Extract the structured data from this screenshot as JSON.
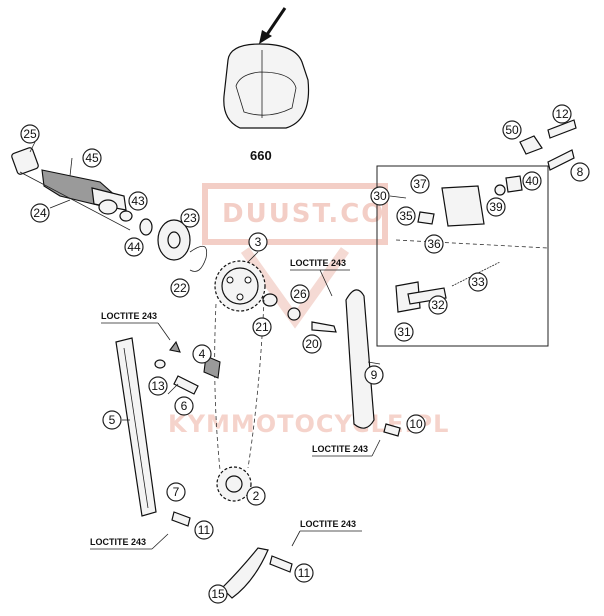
{
  "model_label": "660",
  "watermark": {
    "line1": "DUUST.CO",
    "line2": "KYMMOTOCYCLE.PL"
  },
  "loctite": {
    "a": "LOCTITE 243",
    "b": "LOCTITE 243",
    "c": "LOCTITE 243",
    "d": "LOCTITE 243",
    "e": "LOCTITE 243"
  },
  "parts": {
    "p2": "2",
    "p3": "3",
    "p4": "4",
    "p5": "5",
    "p6": "6",
    "p7": "7",
    "p8": "8",
    "p9": "9",
    "p10": "10",
    "p11a": "11",
    "p11b": "11",
    "p12": "12",
    "p13": "13",
    "p15": "15",
    "p20": "20",
    "p21": "21",
    "p22": "22",
    "p23": "23",
    "p24": "24",
    "p25": "25",
    "p26": "26",
    "p30": "30",
    "p31": "31",
    "p32": "32",
    "p33": "33",
    "p35": "35",
    "p36": "36",
    "p37": "37",
    "p39": "39",
    "p40": "40",
    "p43": "43",
    "p44": "44",
    "p45": "45",
    "p50": "50"
  }
}
